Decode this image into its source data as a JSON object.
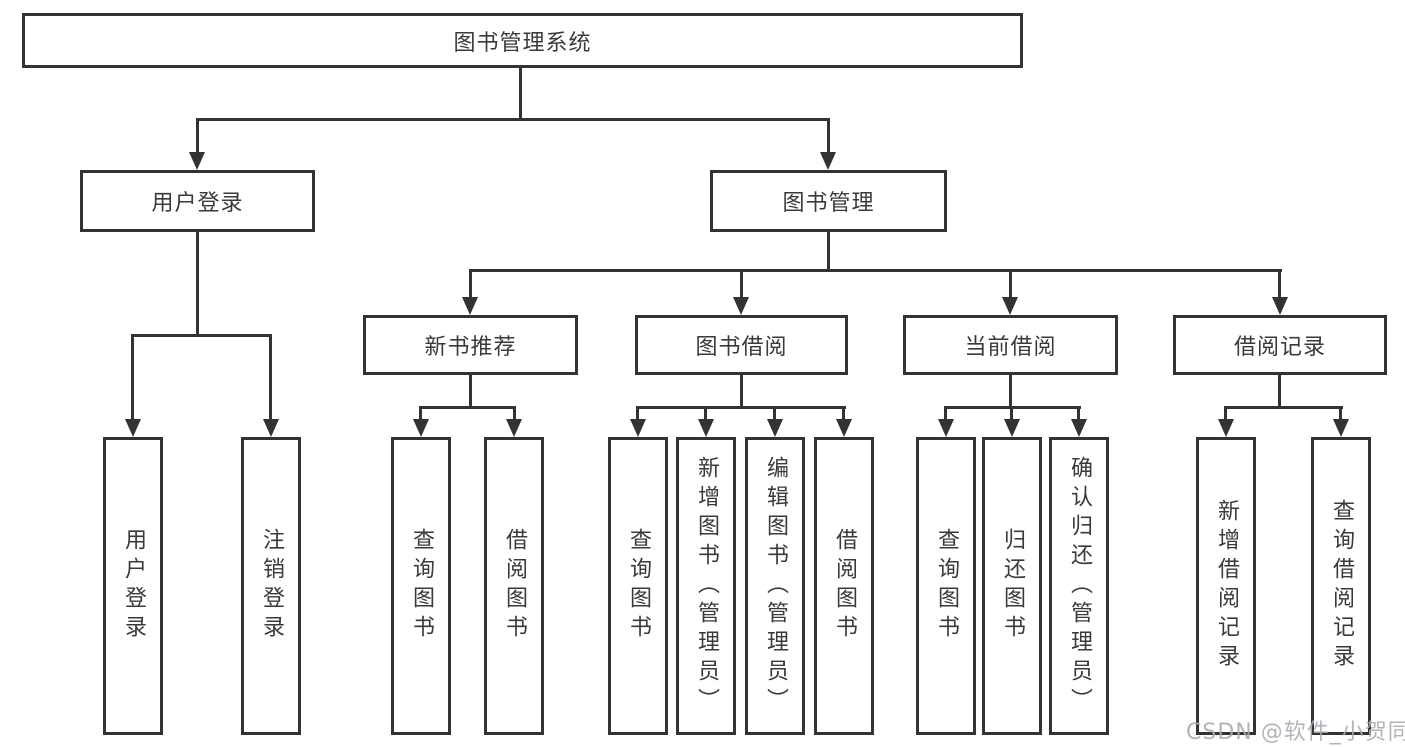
{
  "colors": {
    "line": "#333333",
    "text": "#3a3a3a",
    "background": "#ffffff",
    "watermark": "#a9adb2"
  },
  "tree": {
    "root": "图书管理系统",
    "branches": [
      {
        "label": "用户登录",
        "leaves": [
          "用户登录",
          "注销登录"
        ]
      },
      {
        "label": "图书管理",
        "groups": [
          {
            "label": "新书推荐",
            "leaves": [
              "查询图书",
              "借阅图书"
            ]
          },
          {
            "label": "图书借阅",
            "leaves": [
              "查询图书",
              "新增图书（管理员）",
              "编辑图书（管理员）",
              "借阅图书"
            ]
          },
          {
            "label": "当前借阅",
            "leaves": [
              "查询图书",
              "归还图书",
              "确认归还（管理员）"
            ]
          },
          {
            "label": "借阅记录",
            "leaves": [
              "新增借阅记录",
              "查询借阅记录"
            ]
          }
        ]
      }
    ]
  },
  "watermark": {
    "text": "CSDN @软件_小贺同学"
  }
}
